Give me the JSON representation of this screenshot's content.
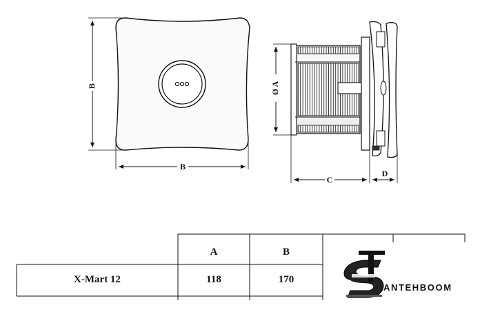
{
  "drawing": {
    "front_view": {
      "height_label": "B",
      "width_label": "B"
    },
    "side_view": {
      "diameter_label": "Ø A",
      "depth_label": "C",
      "cover_label": "D"
    }
  },
  "spec_table": {
    "headers": [
      "",
      "A",
      "B"
    ],
    "rows": [
      {
        "model": "X-Mart 12",
        "a": "118",
        "b": "170"
      }
    ]
  },
  "logo": {
    "text": "ANTEHBOOM"
  }
}
